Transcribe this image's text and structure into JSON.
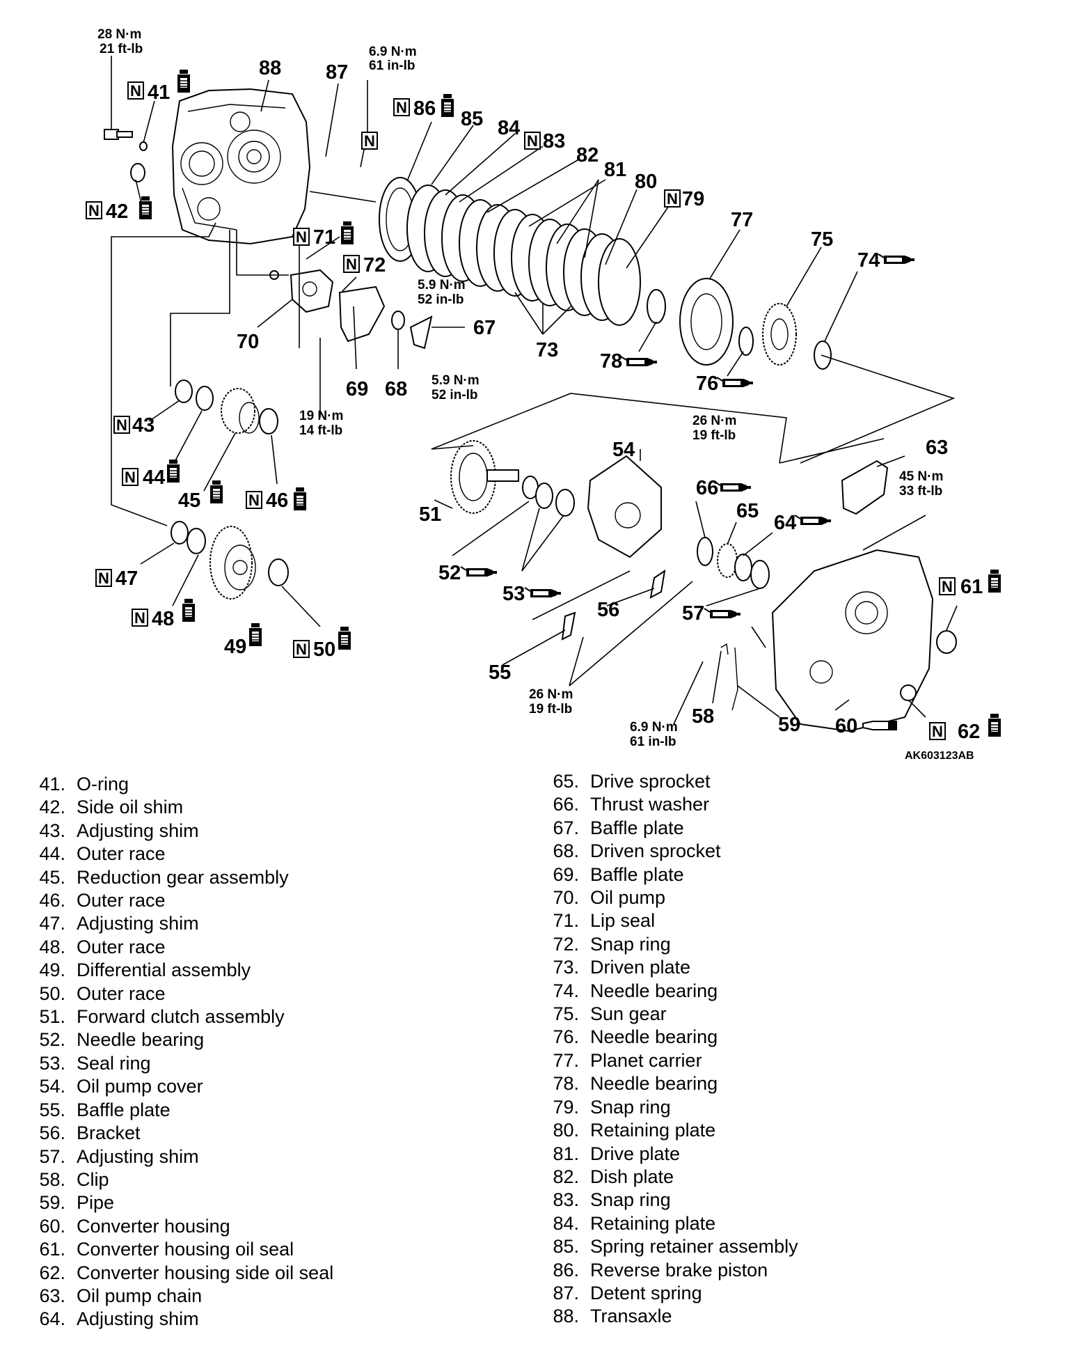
{
  "diagram": {
    "figure_code": "AK603123AB",
    "part_labels": {
      "p41": "41",
      "p42": "42",
      "p43": "43",
      "p44": "44",
      "p45": "45",
      "p46": "46",
      "p47": "47",
      "p48": "48",
      "p49": "49",
      "p50": "50",
      "p51": "51",
      "p52": "52",
      "p53": "53",
      "p54": "54",
      "p55": "55",
      "p56": "56",
      "p57": "57",
      "p58": "58",
      "p59": "59",
      "p60": "60",
      "p61": "61",
      "p62": "62",
      "p63": "63",
      "p64": "64",
      "p65": "65",
      "p66": "66",
      "p67": "67",
      "p68": "68",
      "p69": "69",
      "p70": "70",
      "p71": "71",
      "p72": "72",
      "p73": "73",
      "p74": "74",
      "p75": "75",
      "p76": "76",
      "p77": "77",
      "p78": "78",
      "p79": "79",
      "p80": "80",
      "p81": "81",
      "p82": "82",
      "p83": "83",
      "p84": "84",
      "p85": "85",
      "p86": "86",
      "p87": "87",
      "p88": "88"
    },
    "new_part_mark": "N",
    "torque": {
      "t1": [
        "28 N·m",
        "21 ft-lb"
      ],
      "t2": [
        "6.9 N·m",
        "61 in-lb"
      ],
      "t3": [
        "5.9 N·m",
        "52 in-lb"
      ],
      "t4": [
        "19 N·m",
        "14 ft-lb"
      ],
      "t5": [
        "5.9 N·m",
        "52 in-lb"
      ],
      "t6": [
        "26 N·m",
        "19 ft-lb"
      ],
      "t7": [
        "45 N·m",
        "33 ft-lb"
      ],
      "t8": [
        "26 N·m",
        "19 ft-lb"
      ],
      "t9": [
        "6.9 N·m",
        "61 in-lb"
      ]
    },
    "icons": {
      "fluid": "atf-bottle-icon",
      "grease": "grease-tube-icon",
      "sealant": "sealant-tube-icon"
    }
  },
  "legend_left": [
    {
      "num": "41.",
      "name": "O-ring"
    },
    {
      "num": "42.",
      "name": "Side oil shim"
    },
    {
      "num": "43.",
      "name": "Adjusting shim"
    },
    {
      "num": "44.",
      "name": "Outer race"
    },
    {
      "num": "45.",
      "name": "Reduction gear assembly"
    },
    {
      "num": "46.",
      "name": "Outer race"
    },
    {
      "num": "47.",
      "name": "Adjusting shim"
    },
    {
      "num": "48.",
      "name": "Outer race"
    },
    {
      "num": "49.",
      "name": "Differential assembly"
    },
    {
      "num": "50.",
      "name": "Outer race"
    },
    {
      "num": "51.",
      "name": "Forward clutch assembly"
    },
    {
      "num": "52.",
      "name": "Needle bearing"
    },
    {
      "num": "53.",
      "name": "Seal ring"
    },
    {
      "num": "54.",
      "name": "Oil pump cover"
    },
    {
      "num": "55.",
      "name": "Baffle plate"
    },
    {
      "num": "56.",
      "name": "Bracket"
    },
    {
      "num": "57.",
      "name": "Adjusting shim"
    },
    {
      "num": "58.",
      "name": "Clip"
    },
    {
      "num": "59.",
      "name": "Pipe"
    },
    {
      "num": "60.",
      "name": "Converter housing"
    },
    {
      "num": "61.",
      "name": "Converter housing oil seal"
    },
    {
      "num": "62.",
      "name": "Converter housing side oil seal"
    },
    {
      "num": "63.",
      "name": "Oil pump chain"
    },
    {
      "num": "64.",
      "name": "Adjusting shim"
    }
  ],
  "legend_right": [
    {
      "num": "65.",
      "name": "Drive sprocket"
    },
    {
      "num": "66.",
      "name": "Thrust washer"
    },
    {
      "num": "67.",
      "name": "Baffle plate"
    },
    {
      "num": "68.",
      "name": "Driven sprocket"
    },
    {
      "num": "69.",
      "name": "Baffle plate"
    },
    {
      "num": "70.",
      "name": "Oil pump"
    },
    {
      "num": "71.",
      "name": "Lip seal"
    },
    {
      "num": "72.",
      "name": "Snap ring"
    },
    {
      "num": "73.",
      "name": "Driven plate"
    },
    {
      "num": "74.",
      "name": "Needle bearing"
    },
    {
      "num": "75.",
      "name": "Sun gear"
    },
    {
      "num": "76.",
      "name": "Needle bearing"
    },
    {
      "num": "77.",
      "name": "Planet carrier"
    },
    {
      "num": "78.",
      "name": "Needle bearing"
    },
    {
      "num": "79.",
      "name": "Snap ring"
    },
    {
      "num": "80.",
      "name": "Retaining plate"
    },
    {
      "num": "81.",
      "name": "Drive plate"
    },
    {
      "num": "82.",
      "name": "Dish plate"
    },
    {
      "num": "83.",
      "name": "Snap ring"
    },
    {
      "num": "84.",
      "name": "Retaining plate"
    },
    {
      "num": "85.",
      "name": "Spring retainer assembly"
    },
    {
      "num": "86.",
      "name": "Reverse brake piston"
    },
    {
      "num": "87.",
      "name": "Detent spring"
    },
    {
      "num": "88.",
      "name": "Transaxle"
    }
  ]
}
